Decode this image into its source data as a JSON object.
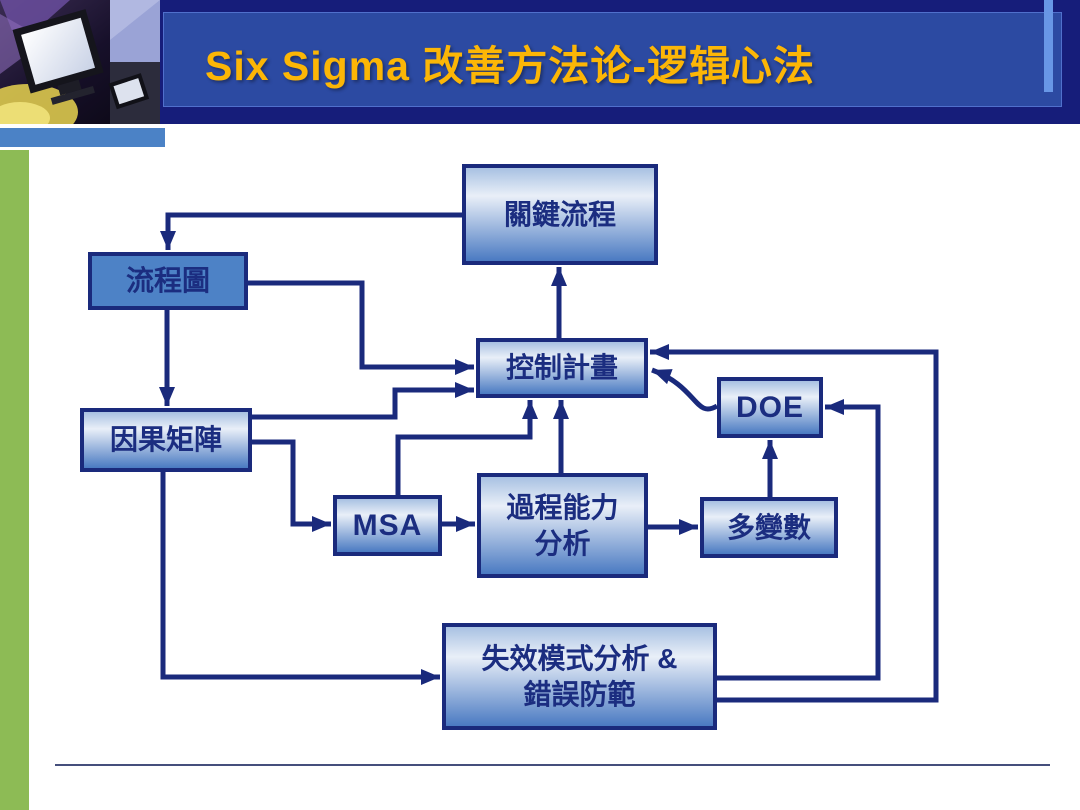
{
  "header": {
    "title": "Six Sigma 改善方法论-逻辑心法"
  },
  "flowchart": {
    "nodes": [
      {
        "id": "key-process",
        "label": "關鍵流程"
      },
      {
        "id": "flow-chart",
        "label": "流程圖"
      },
      {
        "id": "cause-effect-matrix",
        "label": "因果矩陣"
      },
      {
        "id": "control-plan",
        "label": "控制計畫"
      },
      {
        "id": "doe",
        "label": "DOE"
      },
      {
        "id": "msa",
        "label": "MSA"
      },
      {
        "id": "process-capability-analysis",
        "label": "過程能力\n分析"
      },
      {
        "id": "multi-vari",
        "label": "多變數"
      },
      {
        "id": "fmea-mistake-proofing",
        "label": "失效模式分析 &\n錯誤防範"
      }
    ],
    "edges": [
      {
        "from": "key-process",
        "to": "flow-chart"
      },
      {
        "from": "flow-chart",
        "to": "cause-effect-matrix"
      },
      {
        "from": "flow-chart",
        "to": "control-plan"
      },
      {
        "from": "cause-effect-matrix",
        "to": "control-plan"
      },
      {
        "from": "cause-effect-matrix",
        "to": "msa"
      },
      {
        "from": "cause-effect-matrix",
        "to": "fmea-mistake-proofing"
      },
      {
        "from": "msa",
        "to": "process-capability-analysis"
      },
      {
        "from": "msa",
        "to": "control-plan"
      },
      {
        "from": "process-capability-analysis",
        "to": "control-plan"
      },
      {
        "from": "process-capability-analysis",
        "to": "multi-vari"
      },
      {
        "from": "multi-vari",
        "to": "doe"
      },
      {
        "from": "doe",
        "to": "control-plan"
      },
      {
        "from": "fmea-mistake-proofing",
        "to": "doe"
      },
      {
        "from": "fmea-mistake-proofing",
        "to": "control-plan"
      },
      {
        "from": "control-plan",
        "to": "key-process"
      }
    ]
  },
  "colors": {
    "title_gold": "#fcb606",
    "header_navy": "#161d7a",
    "header_panel_blue": "#2c4aa2",
    "header_accent_light_blue": "#6897e6",
    "node_border_navy": "#1a2a7c",
    "connector_navy": "#1a2a7c",
    "node_fill_light": "#e9eff8",
    "node_fill_dark": "#4a7ac2",
    "flow_chart_node_fill": "#4d82c6",
    "sidebar_green": "#8dbb55",
    "subheader_blue": "#4b82c6"
  }
}
